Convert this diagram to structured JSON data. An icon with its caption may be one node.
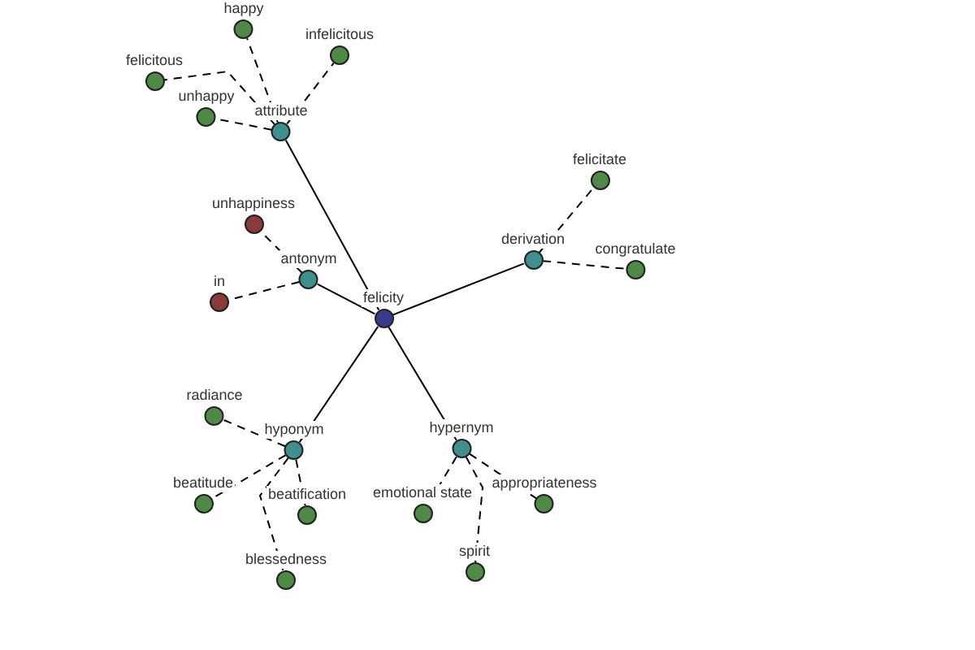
{
  "diagram": {
    "nodes": [
      {
        "text": [
          "felicity"
        ]
      },
      {
        "text": [
          "attribute"
        ]
      },
      {
        "text": [
          "happy"
        ]
      },
      {
        "text": [
          "infelicitous"
        ]
      },
      {
        "text": [
          "felicitous"
        ]
      },
      {
        "text": [
          "unhappy"
        ]
      },
      {
        "text": [
          "antonym"
        ]
      },
      {
        "text": [
          "unhappiness"
        ]
      },
      {
        "text": [
          "in"
        ]
      },
      {
        "text": [
          "derivation"
        ]
      },
      {
        "text": [
          "felicitate"
        ]
      },
      {
        "text": [
          "congratulate"
        ]
      },
      {
        "text": [
          "hyponym"
        ]
      },
      {
        "text": [
          "radiance"
        ]
      },
      {
        "text": [
          "beatitude"
        ]
      },
      {
        "text": [
          "beatification"
        ]
      },
      {
        "text": [
          "blessedness"
        ]
      },
      {
        "text": [
          "hypernym"
        ]
      },
      {
        "text": [
          "emotional state"
        ]
      },
      {
        "text": [
          "appropriateness"
        ]
      },
      {
        "text": [
          "spirit"
        ]
      }
    ],
    "edges": [
      {
        "from": 0,
        "to": 1,
        "arrow": "none"
      },
      {
        "from": 1,
        "to": 2,
        "arrow": "none",
        "style": "dashed"
      },
      {
        "from": 1,
        "to": 3,
        "arrow": "none",
        "style": "dashed"
      },
      {
        "from": 1,
        "to": 4,
        "arrow": "none",
        "style": "dashed"
      },
      {
        "from": 1,
        "to": 5,
        "arrow": "none",
        "style": "dashed"
      },
      {
        "from": 0,
        "to": 6,
        "arrow": "none"
      },
      {
        "from": 6,
        "to": 7,
        "arrow": "none",
        "style": "dashed"
      },
      {
        "from": 6,
        "to": 8,
        "arrow": "none",
        "style": "dashed"
      },
      {
        "from": 0,
        "to": 9,
        "arrow": "none"
      },
      {
        "from": 9,
        "to": 10,
        "arrow": "none",
        "style": "dashed"
      },
      {
        "from": 9,
        "to": 11,
        "arrow": "none",
        "style": "dashed"
      },
      {
        "from": 0,
        "to": 12,
        "arrow": "none"
      },
      {
        "from": 12,
        "to": 13,
        "arrow": "none",
        "style": "dashed"
      },
      {
        "from": 12,
        "to": 14,
        "arrow": "none",
        "style": "dashed"
      },
      {
        "from": 12,
        "to": 15,
        "arrow": "none",
        "style": "dashed"
      },
      {
        "from": 12,
        "to": 16,
        "arrow": "none",
        "style": "dashed"
      },
      {
        "from": 0,
        "to": 17,
        "arrow": "none"
      },
      {
        "from": 17,
        "to": 18,
        "arrow": "none",
        "style": "dashed"
      },
      {
        "from": 17,
        "to": 19,
        "arrow": "none",
        "style": "dashed"
      },
      {
        "from": 17,
        "to": 20,
        "arrow": "none",
        "style": "dashed"
      }
    ]
  }
}
